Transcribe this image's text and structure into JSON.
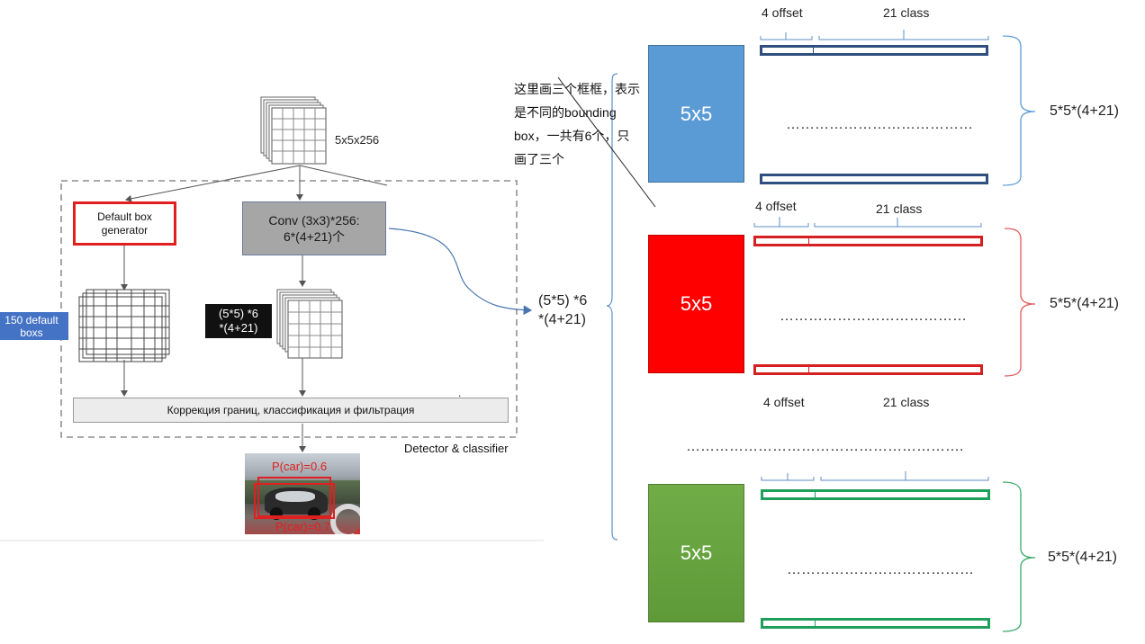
{
  "left_panel": {
    "feature_map_label": "5x5x256",
    "default_box_generator_label": "Default box\ngenerator",
    "conv_label": "Conv (3x3)*256:\n6*(4+21)个",
    "default_boxes_label": "150 default\nboxs",
    "prediction_shape_label": "(5*5) *6\n*(4+21)",
    "correction_bar_label": "Коррекция границ, классификация и фильтрация",
    "detector_label": "Detector & classifier",
    "car_prob_top": "P(car)=0.6",
    "car_prob_bottom": "P(car)=0.7"
  },
  "note_text": "这里画三个框框，表示是不同的bounding box，一共有6个，只画了三个",
  "middle_label": "(5*5) *6\n*(4+21)",
  "blocks": [
    {
      "name": "blue",
      "label": "5x5",
      "color": "#5b9bd5",
      "bar_color": "#2f4f7f",
      "offset_label": "4 offset",
      "class_label": "21 class",
      "dots": "…………………………………",
      "brace_label": "5*5*(4+21)",
      "brace_color": "#5b9bd5"
    },
    {
      "name": "red",
      "label": "5x5",
      "color": "#ff0000",
      "bar_color": "#d42020",
      "offset_label": "4 offset",
      "class_label": "21 class",
      "dots": "…………………………………",
      "brace_label": "5*5*(4+21)",
      "brace_color": "#e05a5a"
    },
    {
      "name": "green",
      "label": "5x5",
      "color": "#70ad47",
      "bar_color": "#1fa05a",
      "offset_label": "4 offset",
      "class_label": "21 class",
      "dots": "…………………………………",
      "brace_label": "5*5*(4+21)",
      "brace_color": "#3aaa6a"
    }
  ],
  "between_dots": "………………………………………………….",
  "colors": {
    "detector_dash": "#777777",
    "red_highlight": "#e02020",
    "gray_box": "#a6a6a6",
    "blue_label": "#4472c4",
    "dark_label": "#111111",
    "connector": "#4a76b0"
  }
}
